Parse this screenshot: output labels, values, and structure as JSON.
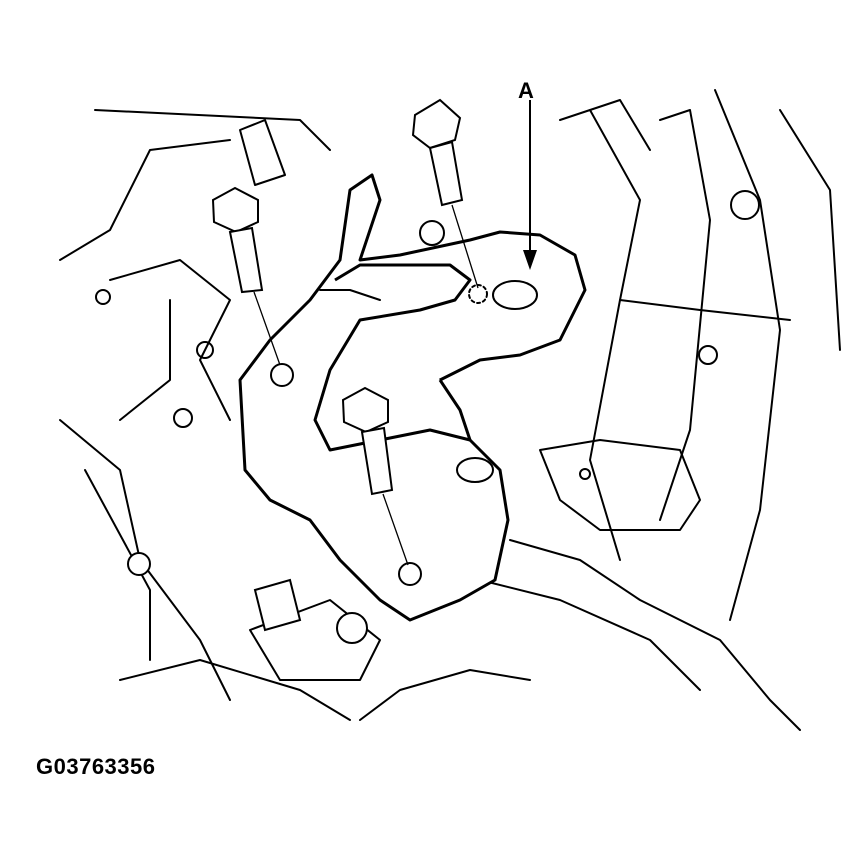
{
  "diagram": {
    "callout_label": "A",
    "figure_code": "G03763356",
    "parts": [
      "bracket",
      "bolt",
      "bolt",
      "bolt"
    ]
  }
}
